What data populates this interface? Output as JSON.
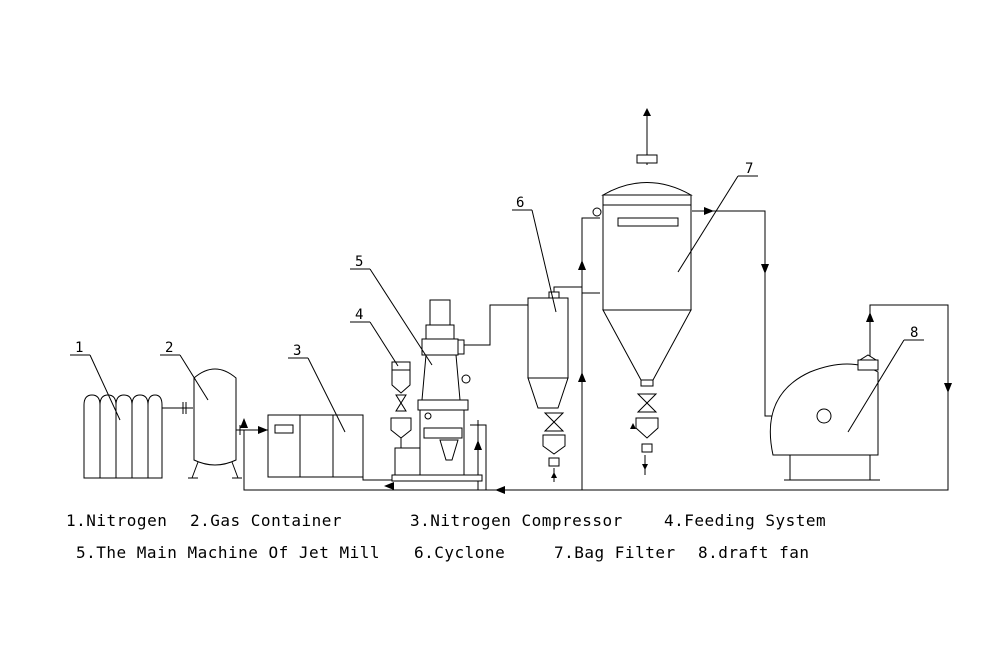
{
  "diagram": {
    "numbers": [
      "1",
      "2",
      "3",
      "4",
      "5",
      "6",
      "7",
      "8"
    ],
    "legend_line1": [
      "1.Nitrogen",
      "2.Gas Container",
      "3.Nitrogen Compressor",
      "4.Feeding System"
    ],
    "legend_line2": [
      "5.The Main Machine Of Jet Mill",
      "6.Cyclone",
      "7.Bag Filter",
      "8.draft fan"
    ]
  }
}
